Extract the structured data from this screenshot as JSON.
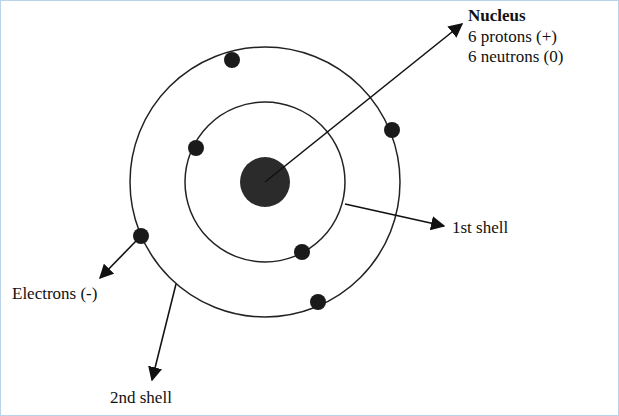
{
  "diagram": {
    "labels": [
      "Nucleus",
      "6 protons (+)",
      "6 neutrons (0)",
      "1st shell",
      "Electrons (-)",
      "2nd shell"
    ]
  }
}
